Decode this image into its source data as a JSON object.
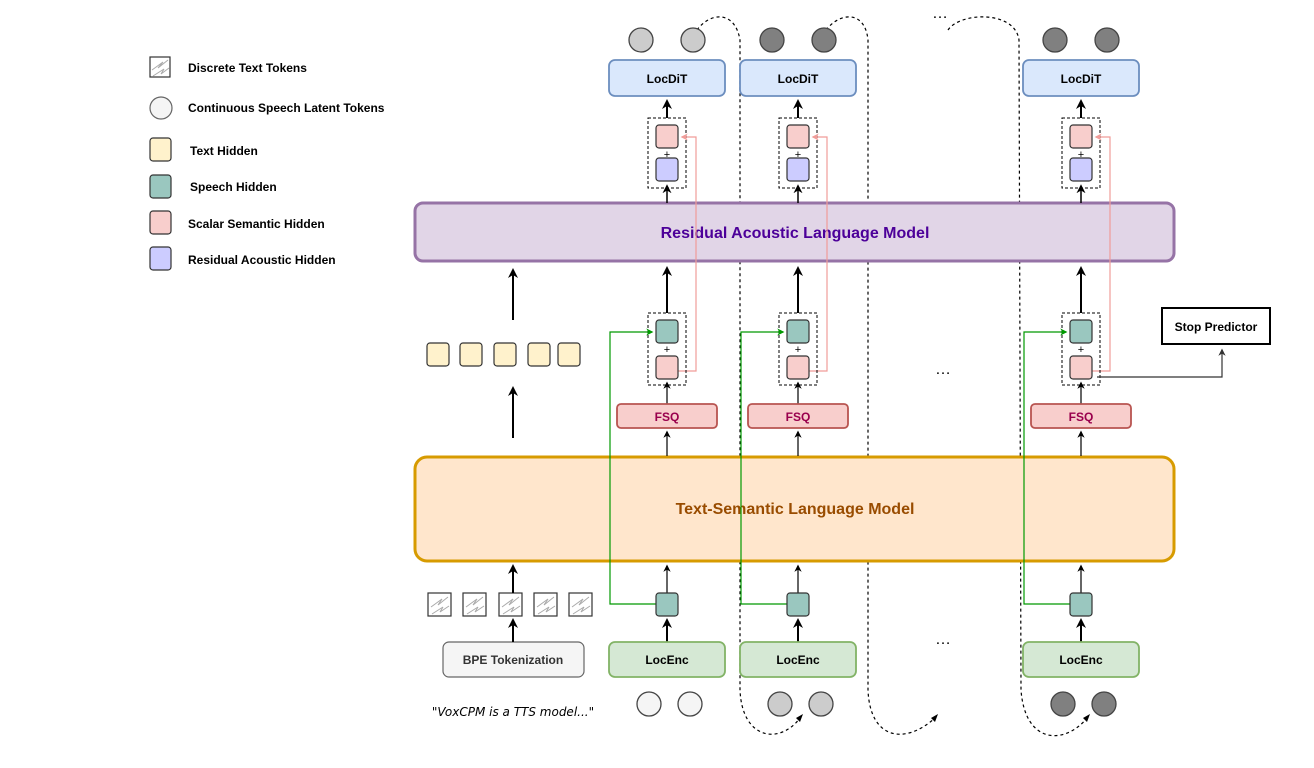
{
  "legend": [
    {
      "icon": "text-token-icon",
      "label": "Discrete Text Tokens"
    },
    {
      "icon": "speech-latent-token-icon",
      "label": "Continuous Speech Latent Tokens"
    },
    {
      "icon": "text-hidden-icon",
      "label": "Text Hidden"
    },
    {
      "icon": "speech-hidden-icon",
      "label": "Speech Hidden"
    },
    {
      "icon": "scalar-semantic-hidden-icon",
      "label": "Scalar Semantic Hidden"
    },
    {
      "icon": "residual-acoustic-hidden-icon",
      "label": "Residual Acoustic Hidden"
    }
  ],
  "models": {
    "ralm": "Residual Acoustic Language Model",
    "tslm": "Text-Semantic Language Model"
  },
  "blocks": {
    "locdit": "LocDiT",
    "locenc": "LocEnc",
    "fsq": "FSQ",
    "bpe": "BPE Tokenization",
    "stop": "Stop Predictor",
    "plus": "+"
  },
  "input_text": "\"VoxCPM is a TTS model...\"",
  "ellipsis": "…",
  "colors": {
    "text_hidden": "#fff2cc",
    "speech_hidden": "#9ac7bf",
    "scalar_semantic": "#f8cecc",
    "residual_acoustic": "#ccccff",
    "ralm_fill": "#e1d5e7",
    "ralm_stroke": "#9673a6",
    "ralm_text": "#4c0099",
    "tslm_fill": "#ffe6cc",
    "tslm_stroke": "#d79b00",
    "tslm_text": "#994c00",
    "locdit_fill": "#dae8fc",
    "locdit_stroke": "#6c8ebf",
    "locenc_fill": "#d5e8d4",
    "locenc_stroke": "#82b366",
    "fsq_fill": "#f8cecc",
    "fsq_stroke": "#b85450",
    "fsq_text": "#99004d",
    "green_arrow": "#009900",
    "pink_arrow": "#f19c99",
    "token_light": "#f5f5f5",
    "token_mid": "#cccccc",
    "token_dark": "#808080"
  }
}
